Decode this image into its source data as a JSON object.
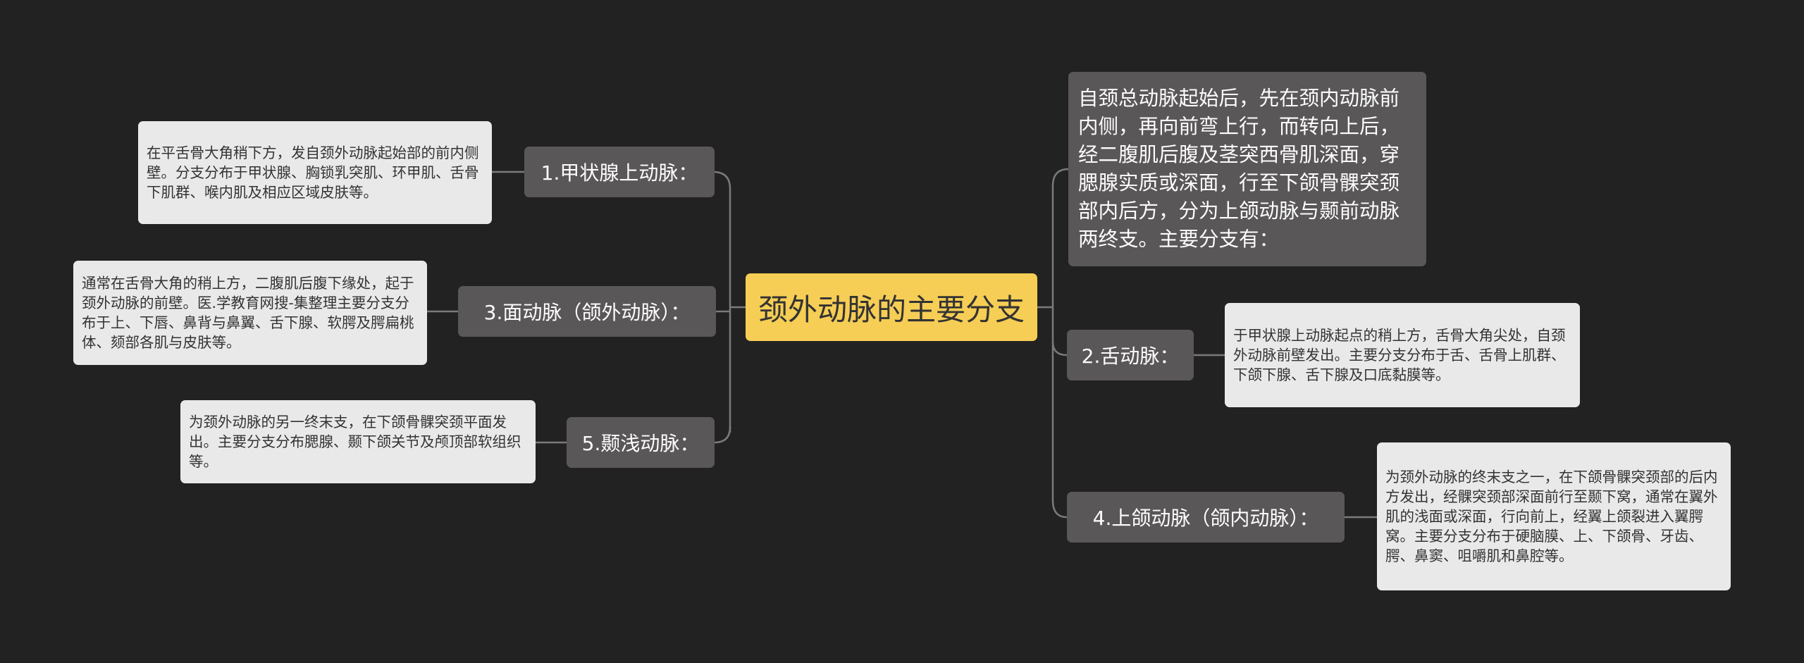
{
  "colors": {
    "background": "#222222",
    "root": "#f6cd55",
    "branch": "#595757",
    "detail": "#e9e9e9",
    "line": "#7a7a7a"
  },
  "root": {
    "label": "颈外动脉的主要分支"
  },
  "left_branches": [
    {
      "label": "1.甲状腺上动脉：",
      "detail": "在平舌骨大角稍下方，发自颈外动脉起始部的前内侧壁。分支分布于甲状腺、胸锁乳突肌、环甲肌、舌骨下肌群、喉内肌及相应区域皮肤等。"
    },
    {
      "label": "3.面动脉（颌外动脉）：",
      "detail": "通常在舌骨大角的稍上方，二腹肌后腹下缘处，起于颈外动脉的前壁。医.学教育网搜-集整理主要分支分布于上、下唇、鼻背与鼻翼、舌下腺、软腭及腭扁桃体、颏部各肌与皮肤等。"
    },
    {
      "label": "5.颞浅动脉：",
      "detail": "为颈外动脉的另一终末支，在下颌骨髁突颈平面发出。主要分支分布腮腺、颞下颌关节及颅顶部软组织等。"
    }
  ],
  "right_branches": [
    {
      "label": "",
      "detail": "自颈总动脉起始后，先在颈内动脉前内侧，再向前弯上行，而转向上后，经二腹肌后腹及茎突西骨肌深面，穿腮腺实质或深面，行至下颌骨髁突颈部内后方，分为上颌动脉与颞前动脉两终支。主要分支有："
    },
    {
      "label": "2.舌动脉：",
      "detail": "于甲状腺上动脉起点的稍上方，舌骨大角尖处，自颈外动脉前壁发出。主要分支分布于舌、舌骨上肌群、下颌下腺、舌下腺及口底黏膜等。"
    },
    {
      "label": "4.上颌动脉（颌内动脉）：",
      "detail": "为颈外动脉的终末支之一，在下颌骨髁突颈部的后内方发出，经髁突颈部深面前行至颞下窝，通常在翼外肌的浅面或深面，行向前上，经翼上颌裂进入翼腭窝。主要分支分布于硬脑膜、上、下颌骨、牙齿、腭、鼻窦、咀嚼肌和鼻腔等。"
    }
  ]
}
